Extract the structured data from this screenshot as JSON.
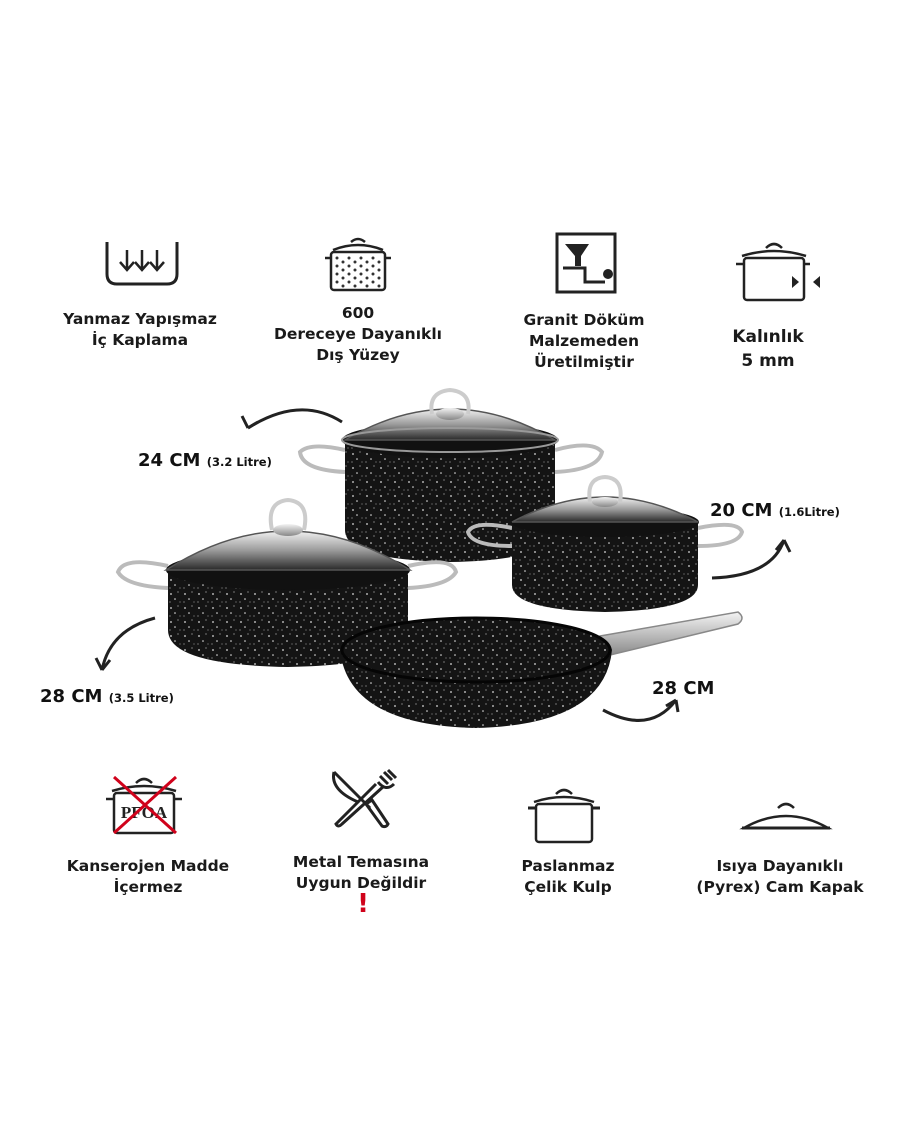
{
  "features_top": [
    {
      "id": "non-stick",
      "lines": [
        "Yanmaz Yapışmaz",
        "İç Kaplama"
      ],
      "icon": "non-stick-coating-icon"
    },
    {
      "id": "heat-resistant",
      "lines": [
        "600",
        "Dereceye Dayanıklı",
        "Dış Yüzey"
      ],
      "icon": "speckled-pot-icon"
    },
    {
      "id": "granite",
      "lines": [
        "Granit Döküm",
        "Malzemeden",
        "Üretilmiştir"
      ],
      "icon": "casting-icon"
    },
    {
      "id": "thickness",
      "lines": [
        "Kalınlık",
        "5 mm"
      ],
      "icon": "thickness-pot-icon"
    }
  ],
  "features_bottom": [
    {
      "id": "pfoa",
      "lines": [
        "Kanserojen Madde",
        "İçermez"
      ],
      "icon": "no-pfoa-icon",
      "icon_text": "PFOA"
    },
    {
      "id": "metal",
      "lines": [
        "Metal Temasına",
        "Uygun Değildir"
      ],
      "icon": "knife-fork-icon",
      "suffix": "!"
    },
    {
      "id": "handle",
      "lines": [
        "Paslanmaz",
        "Çelik Kulp"
      ],
      "icon": "pot-handle-icon"
    },
    {
      "id": "lid",
      "lines": [
        "Isıya Dayanıklı",
        "(Pyrex) Cam Kapak"
      ],
      "icon": "glass-lid-icon"
    }
  ],
  "sizes": {
    "pot24": {
      "main": "24 CM",
      "sub": "(3.2 Litre)"
    },
    "pot20": {
      "main": "20 CM",
      "sub": "(1.6Litre)"
    },
    "pot28": {
      "main": "28 CM",
      "sub": "(3.5 Litre)"
    },
    "pan28": {
      "main": "28 CM",
      "sub": ""
    }
  },
  "colors": {
    "text": "#1a1a1a",
    "accent_red": "#d0021b",
    "cookware": "#141414",
    "speckle": "#dcdcdc"
  }
}
